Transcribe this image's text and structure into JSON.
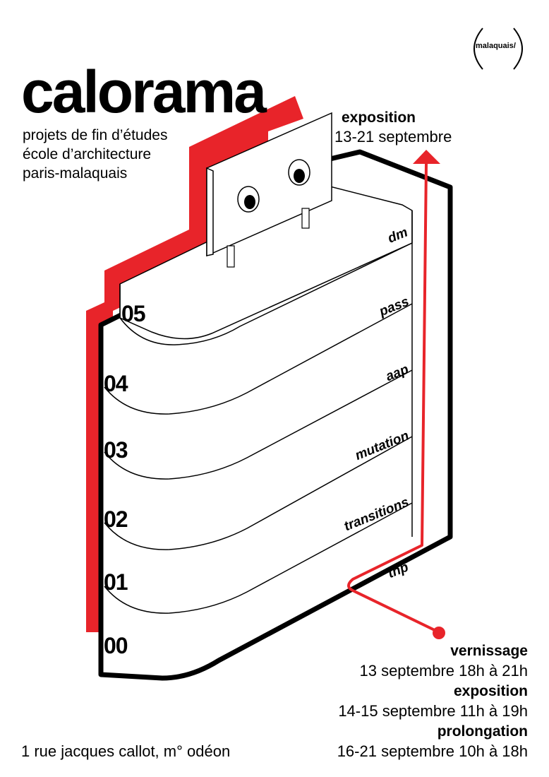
{
  "colors": {
    "accent": "#e8242a",
    "ink": "#000000",
    "paper": "#ffffff"
  },
  "logo": {
    "text": "malaquais",
    "slash": "/"
  },
  "header": {
    "title": "calorama",
    "subtitle_lines": [
      "projets de fin d’études",
      "école d’architecture",
      "paris-malaquais"
    ]
  },
  "exhibition_top": {
    "label": "exposition",
    "dates": "13-21 septembre"
  },
  "building": {
    "floors": [
      "05",
      "04",
      "03",
      "02",
      "01",
      "00"
    ],
    "programs": [
      "dm",
      "pass",
      "aap",
      "mutation",
      "transitions",
      "thp"
    ]
  },
  "schedule": [
    {
      "label": "vernissage",
      "detail": "13 septembre 18h à 21h"
    },
    {
      "label": "exposition",
      "detail": "14-15 septembre 11h à 19h"
    },
    {
      "label": "prolongation",
      "detail": "16-21 septembre 10h à 18h"
    }
  ],
  "address": "1 rue jacques callot, m° odéon"
}
